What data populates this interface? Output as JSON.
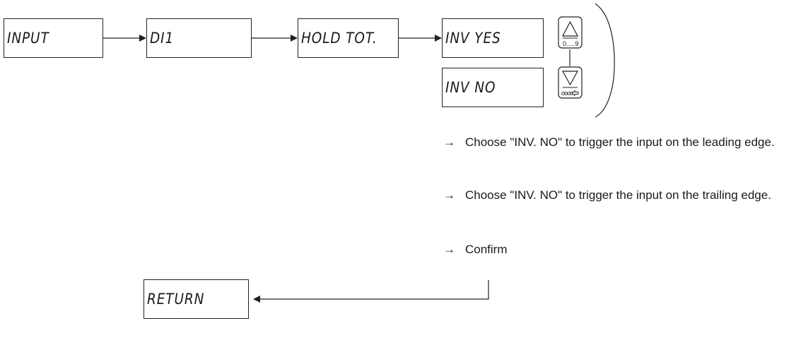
{
  "displays": {
    "input": "INPUT",
    "di1": "DI1",
    "hold_tot": "HOLD TOT.",
    "inv_yes": "INV YES",
    "inv_no": "INV NO",
    "return": "RETURN"
  },
  "keys": {
    "up_label": "0.....9",
    "down_label": "oooo"
  },
  "instructions": [
    {
      "arrow": "→",
      "text": "Choose \"INV. NO\" to trigger the input on the leading edge."
    },
    {
      "arrow": "→",
      "text": "Choose \"INV. NO\" to trigger the input on the trailing edge."
    },
    {
      "arrow": "→",
      "text": "Confirm"
    }
  ]
}
